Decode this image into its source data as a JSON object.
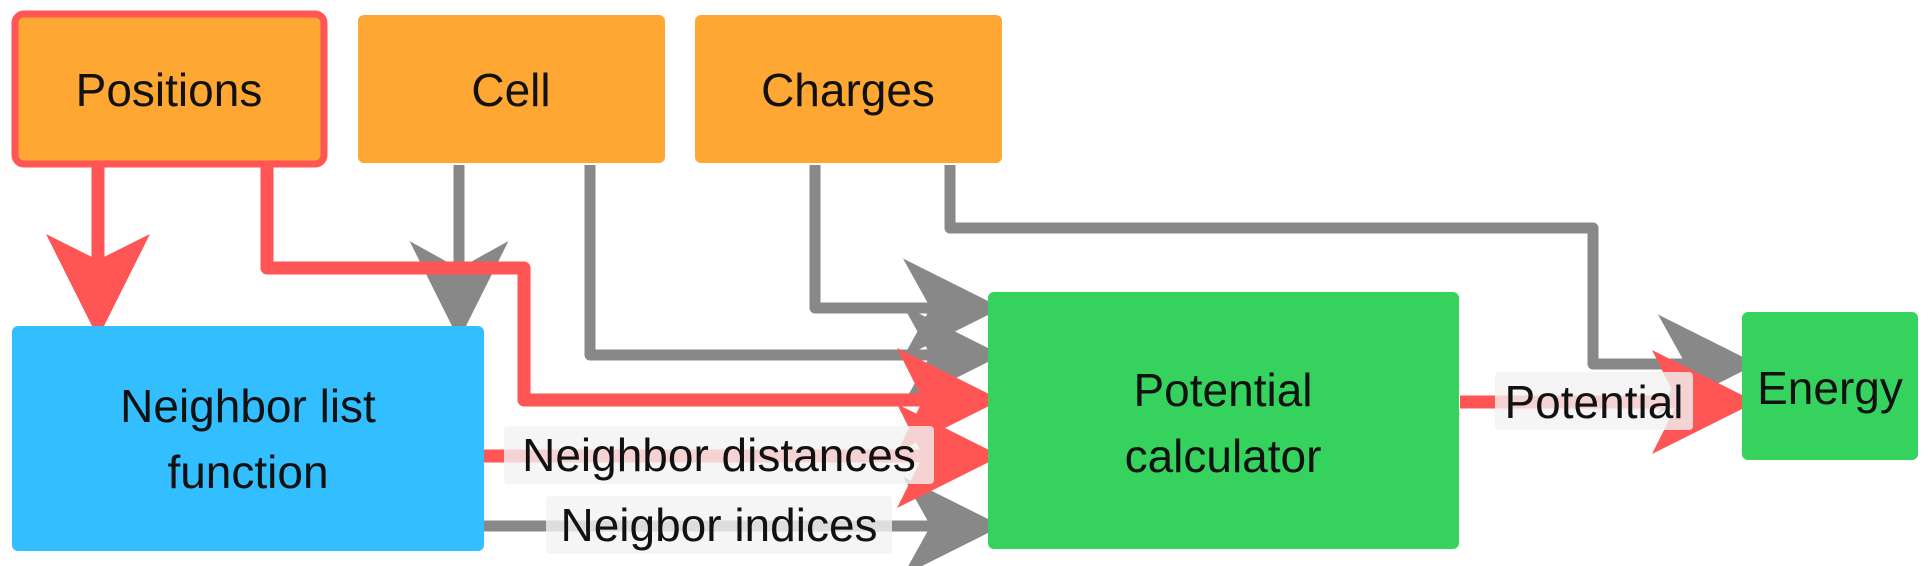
{
  "nodes": {
    "positions": {
      "label": "Positions",
      "color": "#FFA733",
      "border": "#FF5555"
    },
    "cell": {
      "label": "Cell",
      "color": "#FFA733"
    },
    "charges": {
      "label": "Charges",
      "color": "#FFA733"
    },
    "neighbor_list": {
      "label_line1": "Neighbor list",
      "label_line2": "function",
      "color": "#33BFFF"
    },
    "potential_calc": {
      "label_line1": "Potential",
      "label_line2": "calculator",
      "color": "#36D25E"
    },
    "energy": {
      "label": "Energy",
      "color": "#36D25E"
    }
  },
  "edges": {
    "neighbor_distances": {
      "label": "Neighbor distances"
    },
    "neighbor_indices": {
      "label": "Neigbor indices"
    },
    "potential": {
      "label": "Potential"
    }
  },
  "colors": {
    "gradient_edge": "#FF5555",
    "plain_edge": "#888888",
    "edge_label_bg": "#F3F3F3"
  }
}
